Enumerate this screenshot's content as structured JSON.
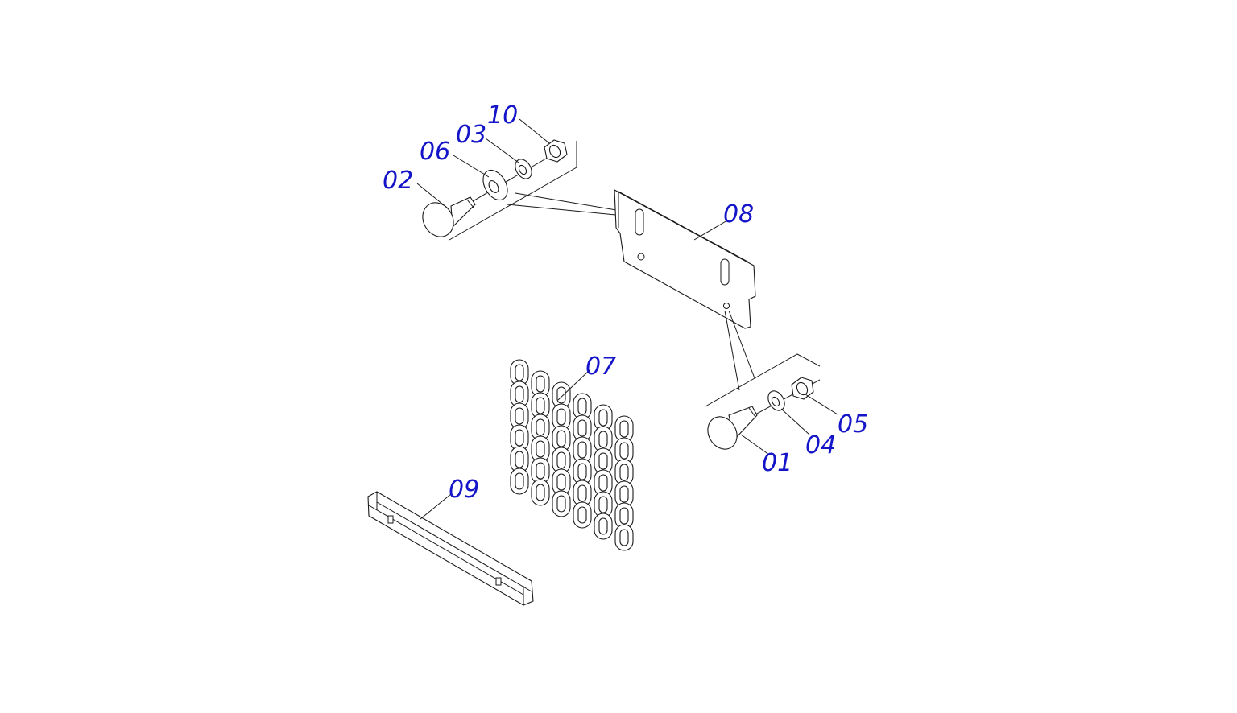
{
  "parts": [
    {
      "id": "p01",
      "label": "01",
      "part": "carriage-bolt-lower"
    },
    {
      "id": "p02",
      "label": "02",
      "part": "carriage-bolt-upper"
    },
    {
      "id": "p03",
      "label": "03",
      "part": "lock-washer-upper"
    },
    {
      "id": "p04",
      "label": "04",
      "part": "lock-washer-lower"
    },
    {
      "id": "p05",
      "label": "05",
      "part": "hex-nut-lower"
    },
    {
      "id": "p06",
      "label": "06",
      "part": "flat-washer"
    },
    {
      "id": "p07",
      "label": "07",
      "part": "chain-curtain"
    },
    {
      "id": "p08",
      "label": "08",
      "part": "mounting-plate"
    },
    {
      "id": "p09",
      "label": "09",
      "part": "chain-rail"
    },
    {
      "id": "p10",
      "label": "10",
      "part": "hex-nut-upper"
    }
  ],
  "style": {
    "label_color": "#1414c8",
    "line_color": "#1a1a1a",
    "background": "#ffffff"
  }
}
